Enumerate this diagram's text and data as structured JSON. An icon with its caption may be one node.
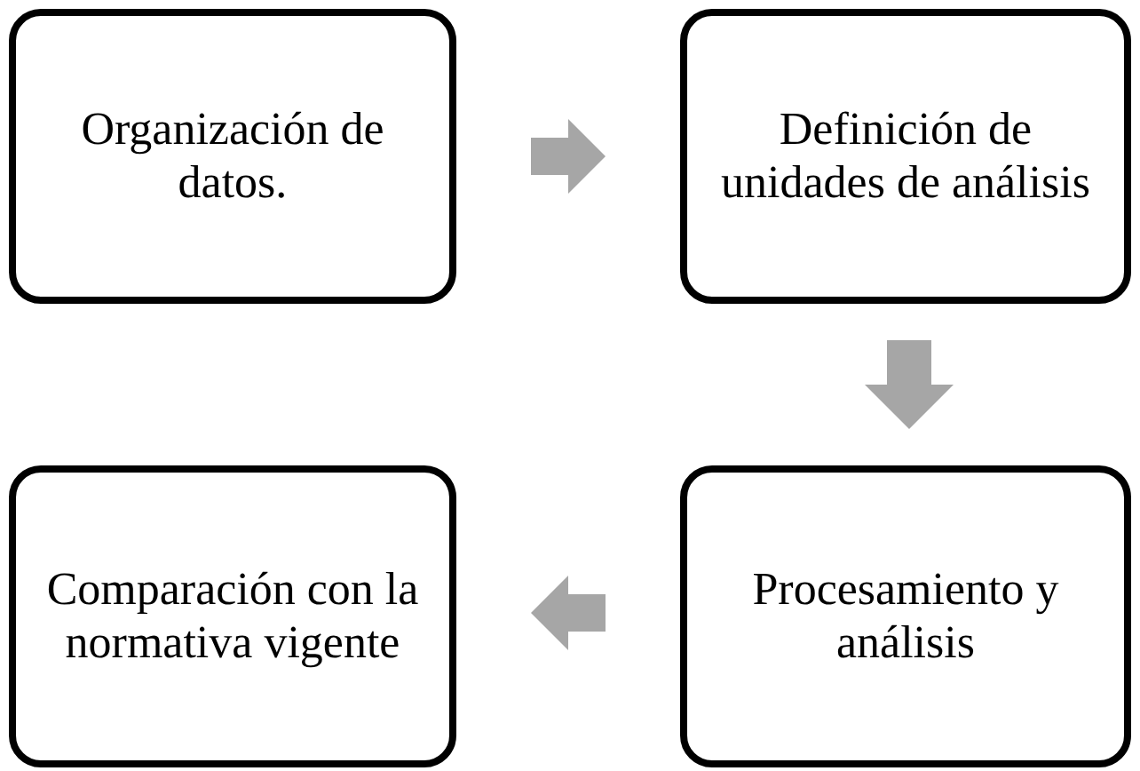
{
  "diagram": {
    "nodes": [
      {
        "text": [
          "Organización de datos."
        ]
      },
      {
        "text": [
          "Definición de unidades de análisis"
        ]
      },
      {
        "text": [
          "Procesamiento y análisis"
        ]
      },
      {
        "text": [
          "Comparación con la normativa vigente"
        ]
      }
    ],
    "edges": [
      {
        "from": 0,
        "to": 1,
        "arrow": "to"
      },
      {
        "from": 1,
        "to": 2,
        "arrow": "to"
      },
      {
        "from": 2,
        "to": 3,
        "arrow": "to"
      }
    ]
  }
}
